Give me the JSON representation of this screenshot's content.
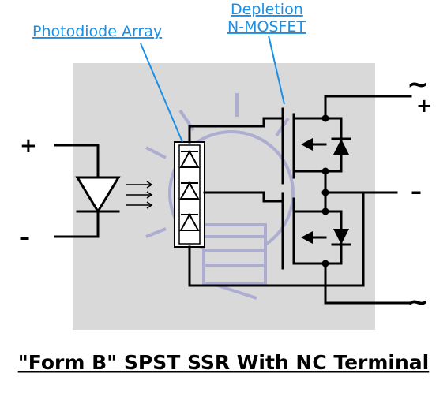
{
  "labels": {
    "photodiode_array": "Photodiode Array",
    "depletion_line1": "Depletion",
    "depletion_line2": "N-MOSFET"
  },
  "terminals": {
    "input_plus": "+",
    "input_minus": "–",
    "out_ac_top": "~",
    "out_ac_top_plus": "+",
    "out_minus": "–",
    "out_ac_bottom": "~"
  },
  "title": "\"Form B\" SPST SSR With NC Terminal",
  "colors": {
    "label_blue": "#1a8fe6",
    "panel_gray": "#d9d9d9",
    "bulb_lavender": "#a9a9d2"
  },
  "icons": [
    "led-icon",
    "light-bulb-watermark-icon",
    "photodiode-icon",
    "mosfet-icon",
    "body-diode-icon"
  ]
}
